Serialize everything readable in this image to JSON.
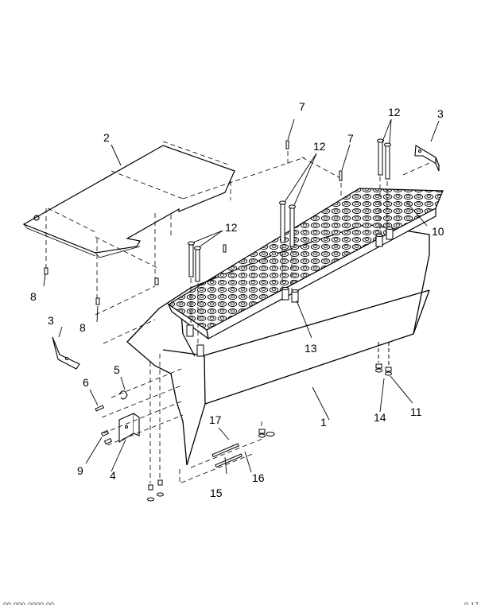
{
  "figure": {
    "callouts": {
      "c1": "1",
      "c2": "2",
      "c3a": "3",
      "c3b": "3",
      "c4": "4",
      "c5": "5",
      "c6": "6",
      "c7a": "7",
      "c7b": "7",
      "c8a": "8",
      "c8b": "8",
      "c9": "9",
      "c10": "10",
      "c11": "11",
      "c12a": "12",
      "c12b": "12",
      "c12c": "12",
      "c13": "13",
      "c14": "14",
      "c15": "15",
      "c16": "16",
      "c17": "17"
    },
    "footer_left": "00-000-0000-00",
    "footer_right": "0-17"
  },
  "colors": {
    "line": "#000000",
    "panel_fill": "#ffffff",
    "hole_fill": "#ffffff"
  }
}
